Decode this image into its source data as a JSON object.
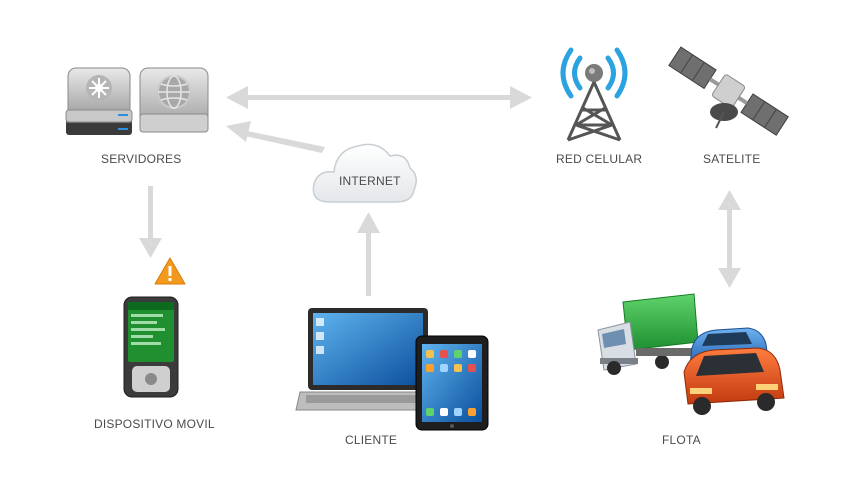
{
  "nodes": {
    "servidores": "SERVIDORES",
    "internet": "INTERNET",
    "red_celular": "RED CELULAR",
    "satelite": "SATELITE",
    "dispositivo_movil": "DISPOSITIVO MOVIL",
    "cliente": "CLIENTE",
    "flota": "FLOTA"
  },
  "colors": {
    "arrow": "#d9d9d9",
    "label": "#4a4a4a",
    "signal": "#2aa3e0",
    "warning": "#f39a1e",
    "truck_cargo": "#33b34a",
    "car_blue": "#3d86d6",
    "car_orange": "#e5521f"
  }
}
